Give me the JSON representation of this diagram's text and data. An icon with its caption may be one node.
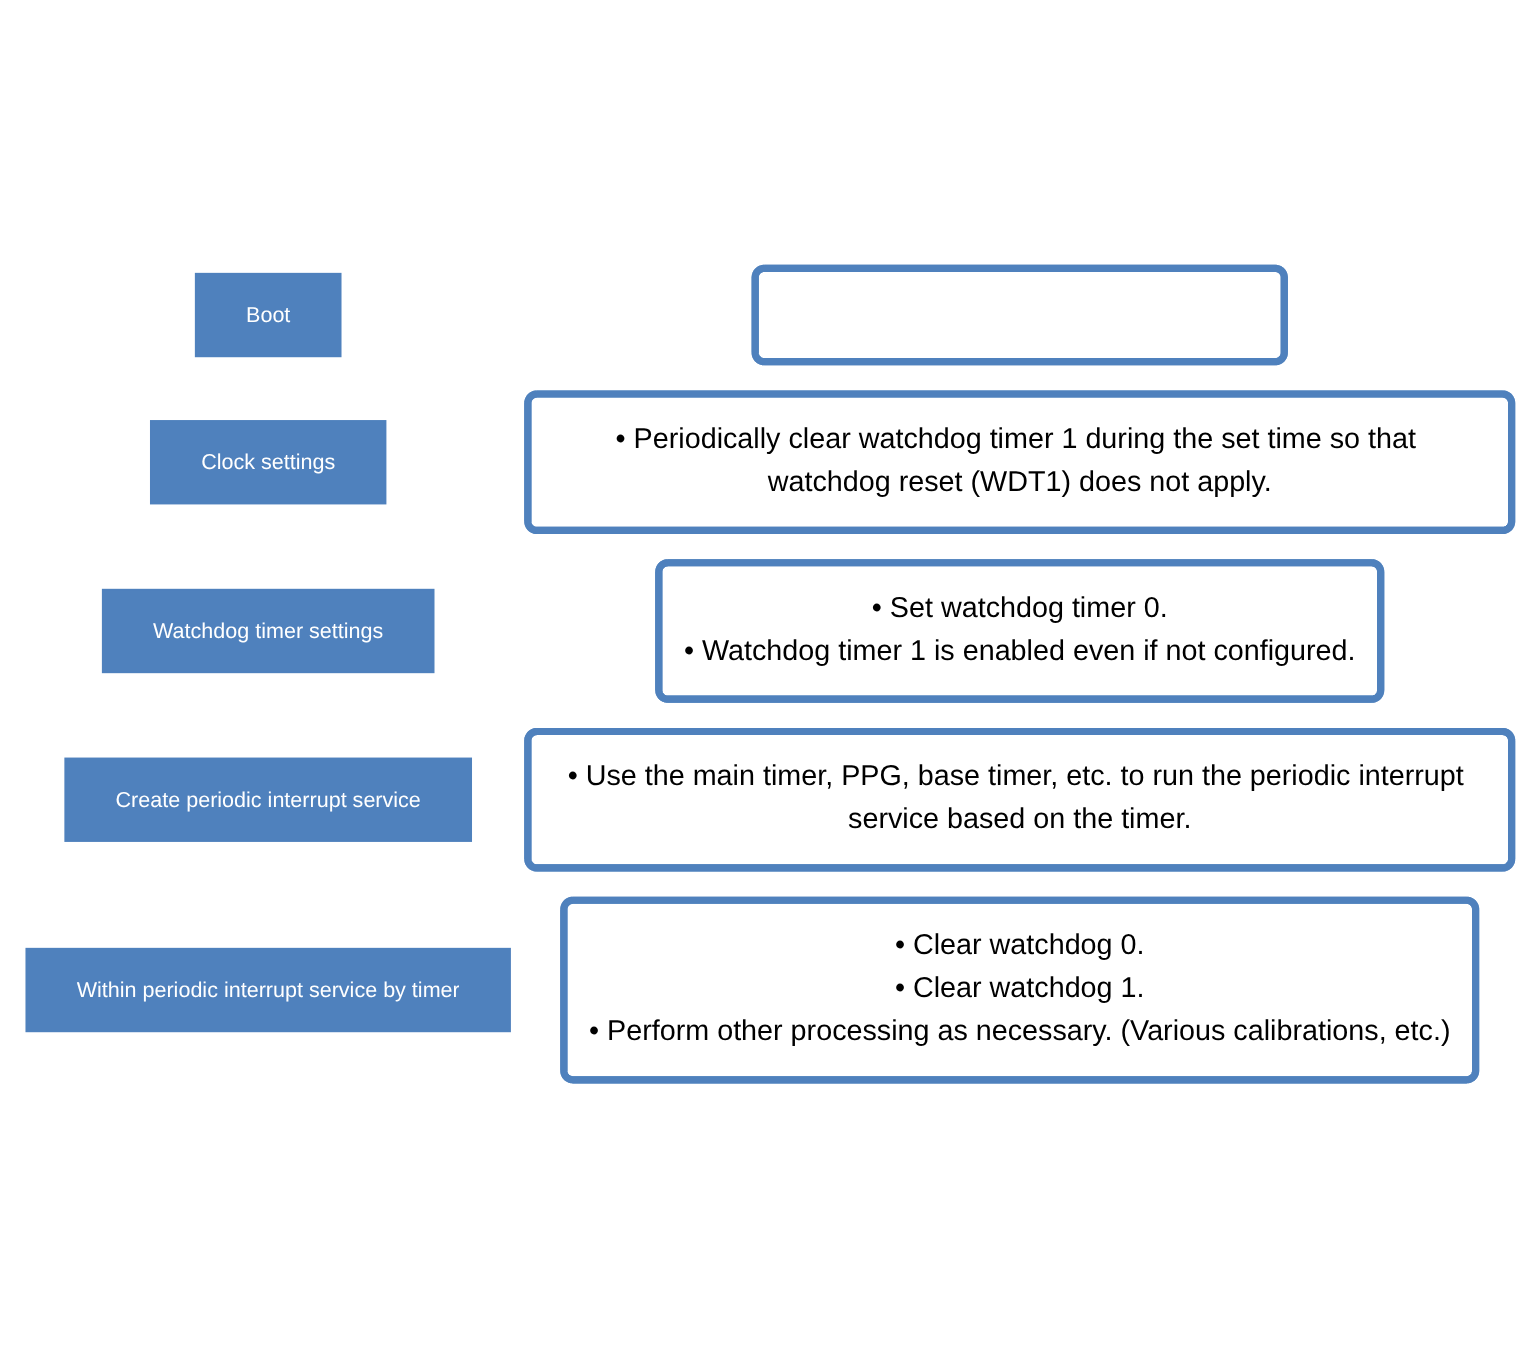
{
  "diagram": {
    "nodes": [
      {
        "text": [
          "Boot"
        ]
      },
      {
        "text": [],
        "shape": "box"
      },
      {
        "text": [
          "Clock settings"
        ]
      },
      {
        "text": [
          "• Periodically clear watchdog timer 1 during the set time so that watchdog reset (WDT1) does not apply."
        ]
      },
      {
        "text": [
          "Watchdog timer settings"
        ]
      },
      {
        "text": [
          "• Set watchdog timer 0.",
          "• Watchdog timer 1 is enabled even if not configured."
        ]
      },
      {
        "text": [
          "Create periodic interrupt service"
        ]
      },
      {
        "text": [
          "• Use the main timer, PPG, base timer, etc. to run the periodic interrupt service based on the timer."
        ]
      },
      {
        "text": [
          "Within periodic interrupt service by timer"
        ]
      },
      {
        "text": [
          "• Clear watchdog 0.",
          "• Clear watchdog 1.",
          "• Perform other processing as necessary. (Various calibrations, etc.)"
        ]
      }
    ]
  }
}
